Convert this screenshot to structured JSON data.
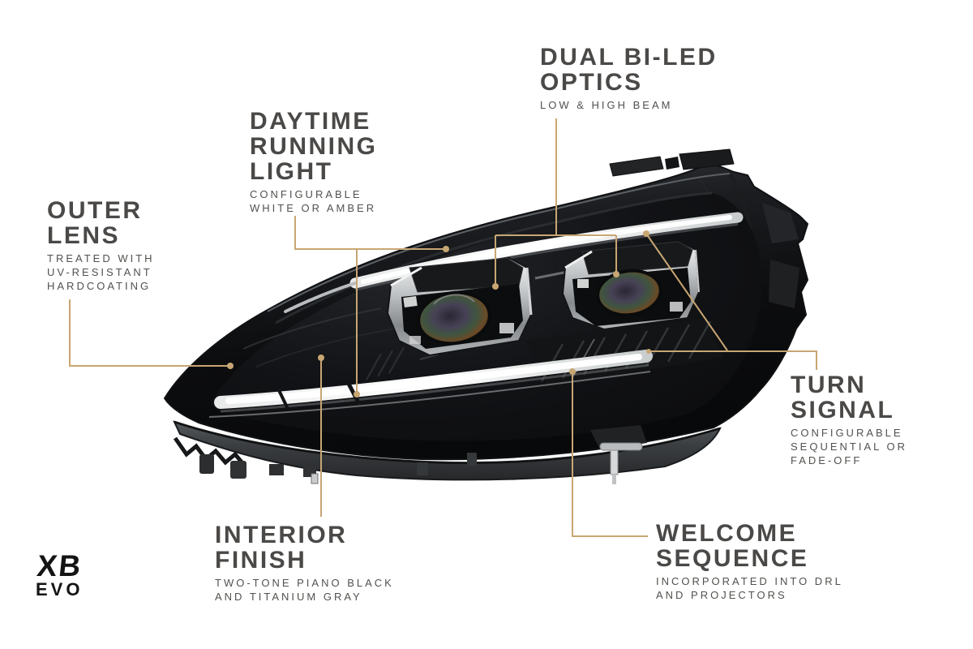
{
  "page": {
    "background": "#ffffff",
    "accent": "#c8a673",
    "title_color": "#4b4947",
    "subtitle_color": "#53514e",
    "logo_color": "#141414"
  },
  "callouts": {
    "dual_bi_led": {
      "title": "DUAL BI-LED\nOPTICS",
      "subtitle": "LOW & HIGH BEAM"
    },
    "daytime": {
      "title": "DAYTIME\nRUNNING\nLIGHT",
      "subtitle": "CONFIGURABLE\nWHITE OR AMBER"
    },
    "outer_lens": {
      "title": "OUTER\nLENS",
      "subtitle": "TREATED WITH\nUV-RESISTANT\nHARDCOATING"
    },
    "turn_signal": {
      "title": "TURN\nSIGNAL",
      "subtitle": "CONFIGURABLE\nSEQUENTIAL OR\nFADE-OFF"
    },
    "interior_finish": {
      "title": "INTERIOR\nFINISH",
      "subtitle": "TWO-TONE PIANO BLACK\nAND TITANIUM GRAY"
    },
    "welcome_sequence": {
      "title": "WELCOME\nSEQUENCE",
      "subtitle": "INCORPORATED INTO DRL\nAND PROJECTORS"
    }
  },
  "logo": {
    "line1": "XB",
    "line2": "EVO"
  }
}
